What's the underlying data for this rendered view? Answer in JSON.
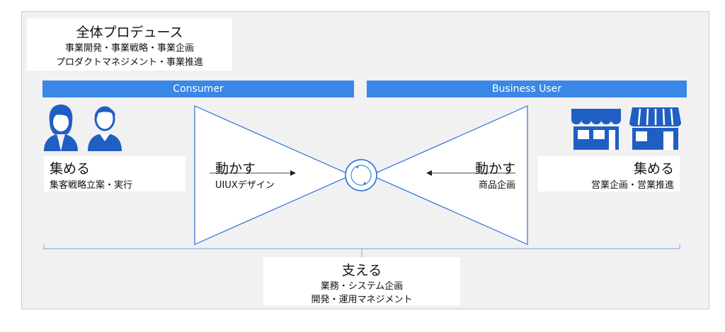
{
  "header": {
    "title": "全体プロデュース",
    "line1": "事業開発・事業戦略・事業企画",
    "line2": "プロダクトマネジメント・事業推進"
  },
  "bars": {
    "left": "Consumer",
    "right": "Business User"
  },
  "left_collect": {
    "title": "集める",
    "sub": "集客戦略立案・実行"
  },
  "left_move": {
    "title": "動かす",
    "sub": "UIUXデザイン"
  },
  "right_move": {
    "title": "動かす",
    "sub": "商品企画"
  },
  "right_collect": {
    "title": "集める",
    "sub": "営業企画・営業推進"
  },
  "bottom": {
    "title": "支える",
    "line1": "業務・システム企画",
    "line2": "開発・運用マネジメント"
  },
  "colors": {
    "accent": "#3a87e8",
    "icon": "#1f5fc4",
    "outline": "#2a6fd6"
  },
  "icons": [
    "person-female-icon",
    "person-male-icon",
    "shop-icon",
    "storefront-icon",
    "cycle-icon"
  ]
}
